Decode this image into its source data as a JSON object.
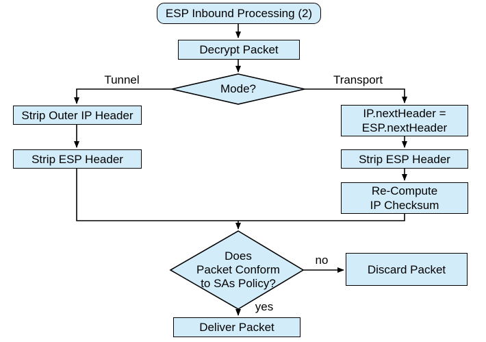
{
  "diagram": {
    "background": "#ffffff",
    "colors": {
      "node_fill": "#d3ecf9",
      "node_border": "#000000",
      "line": "#000000",
      "text": "#000000"
    },
    "nodes": {
      "title": "ESP Inbound Processing (2)",
      "decrypt": "Decrypt Packet",
      "mode_question": "Mode?",
      "strip_outer_ip": "Strip Outer IP Header",
      "strip_esp_tunnel": "Strip ESP Header",
      "ip_next_header": "IP.nextHeader =\nESP.nextHeader",
      "strip_esp_transport": "Strip ESP Header",
      "recompute_checksum": "Re-Compute\nIP Checksum",
      "policy_question": "Does\nPacket Conform\nto SAs Policy?",
      "discard": "Discard Packet",
      "deliver": "Deliver Packet"
    },
    "edge_labels": {
      "tunnel": "Tunnel",
      "transport": "Transport",
      "no": "no",
      "yes": "yes"
    }
  }
}
